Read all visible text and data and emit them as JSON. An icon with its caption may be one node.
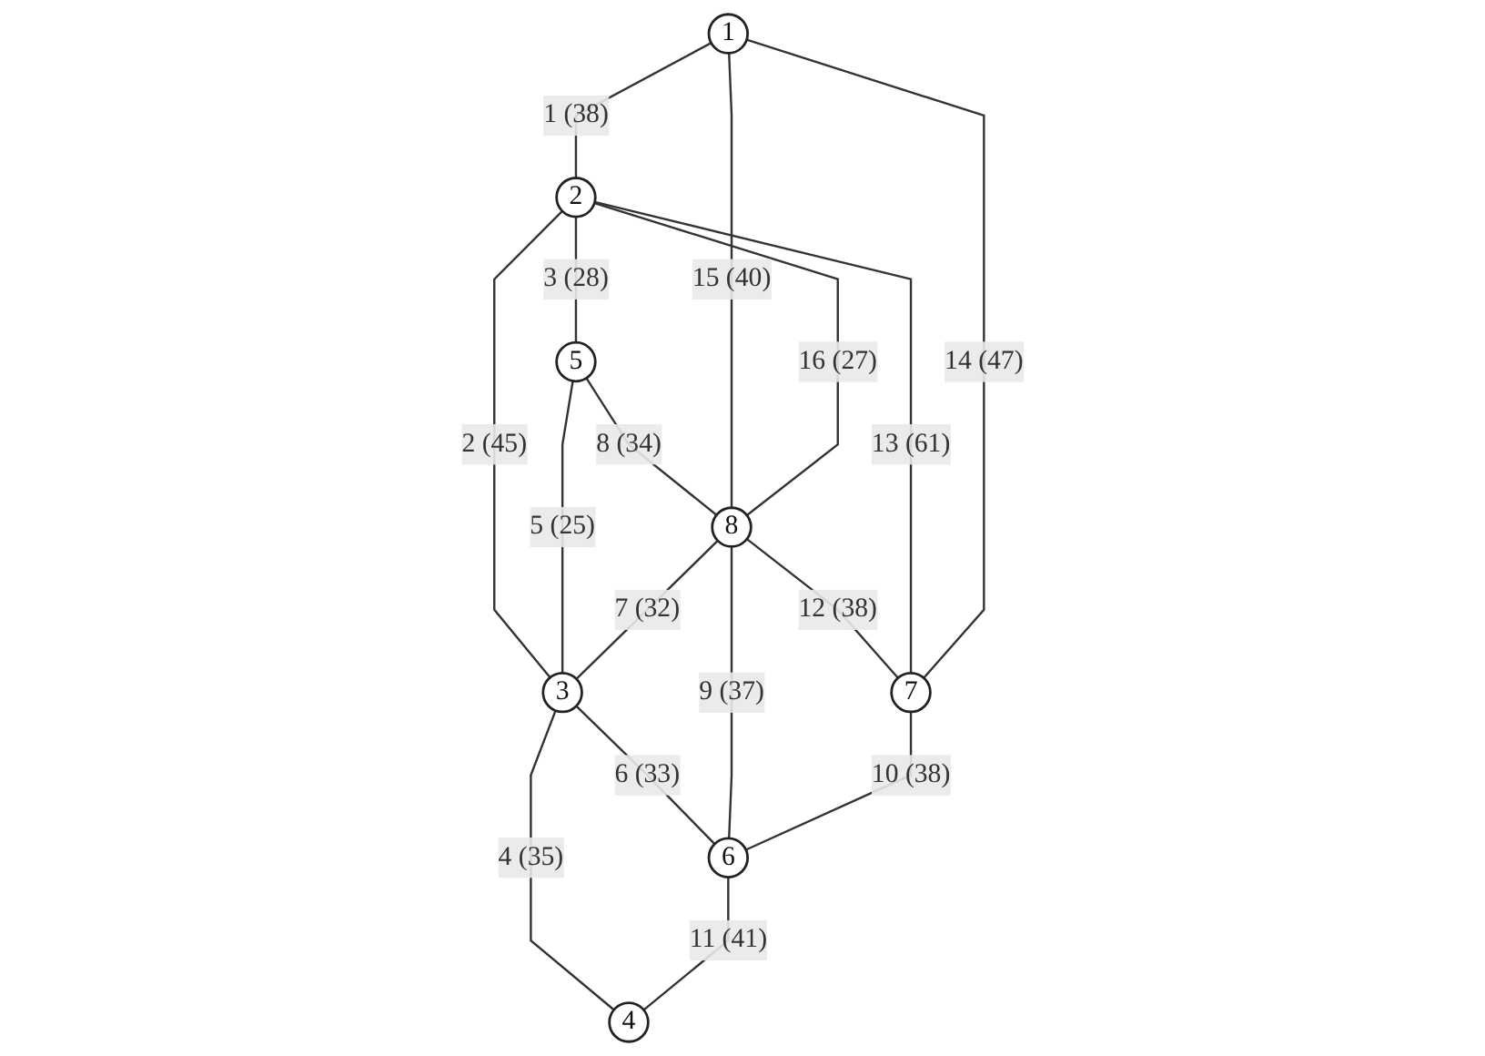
{
  "diagram": {
    "nodes": [
      {
        "text": [
          "5"
        ]
      },
      {
        "text": [
          "2"
        ]
      },
      {
        "text": [
          "3"
        ]
      },
      {
        "text": [
          "4"
        ]
      },
      {
        "text": [
          "8"
        ]
      },
      {
        "text": [
          "1"
        ]
      },
      {
        "text": [
          "6"
        ]
      },
      {
        "text": [
          "7"
        ]
      }
    ],
    "edges": [
      {
        "from": 5,
        "to": 1,
        "arrow": "none",
        "label": "1 (38)"
      },
      {
        "from": 1,
        "to": 2,
        "arrow": "none",
        "label": "2 (45)"
      },
      {
        "from": 1,
        "to": 0,
        "arrow": "none",
        "label": "3 (28)"
      },
      {
        "from": 2,
        "to": 3,
        "arrow": "none",
        "label": "4 (35)"
      },
      {
        "from": 0,
        "to": 2,
        "arrow": "none",
        "label": "5 (25)"
      },
      {
        "from": 2,
        "to": 6,
        "arrow": "none",
        "label": "6 (33)"
      },
      {
        "from": 4,
        "to": 2,
        "arrow": "none",
        "label": "7 (32)"
      },
      {
        "from": 0,
        "to": 4,
        "arrow": "none",
        "label": "8 (34)"
      },
      {
        "from": 4,
        "to": 6,
        "arrow": "none",
        "label": "9 (37)"
      },
      {
        "from": 7,
        "to": 6,
        "arrow": "none",
        "label": "10 (38)"
      },
      {
        "from": 6,
        "to": 3,
        "arrow": "none",
        "label": "11 (41)"
      },
      {
        "from": 4,
        "to": 7,
        "arrow": "none",
        "label": "12 (38)"
      },
      {
        "from": 1,
        "to": 7,
        "arrow": "none",
        "label": "13 (61)"
      },
      {
        "from": 5,
        "to": 7,
        "arrow": "none",
        "label": "14 (47)"
      },
      {
        "from": 5,
        "to": 4,
        "arrow": "none",
        "label": "15 (40)"
      },
      {
        "from": 1,
        "to": 4,
        "arrow": "none",
        "label": "16 (27)"
      }
    ]
  }
}
